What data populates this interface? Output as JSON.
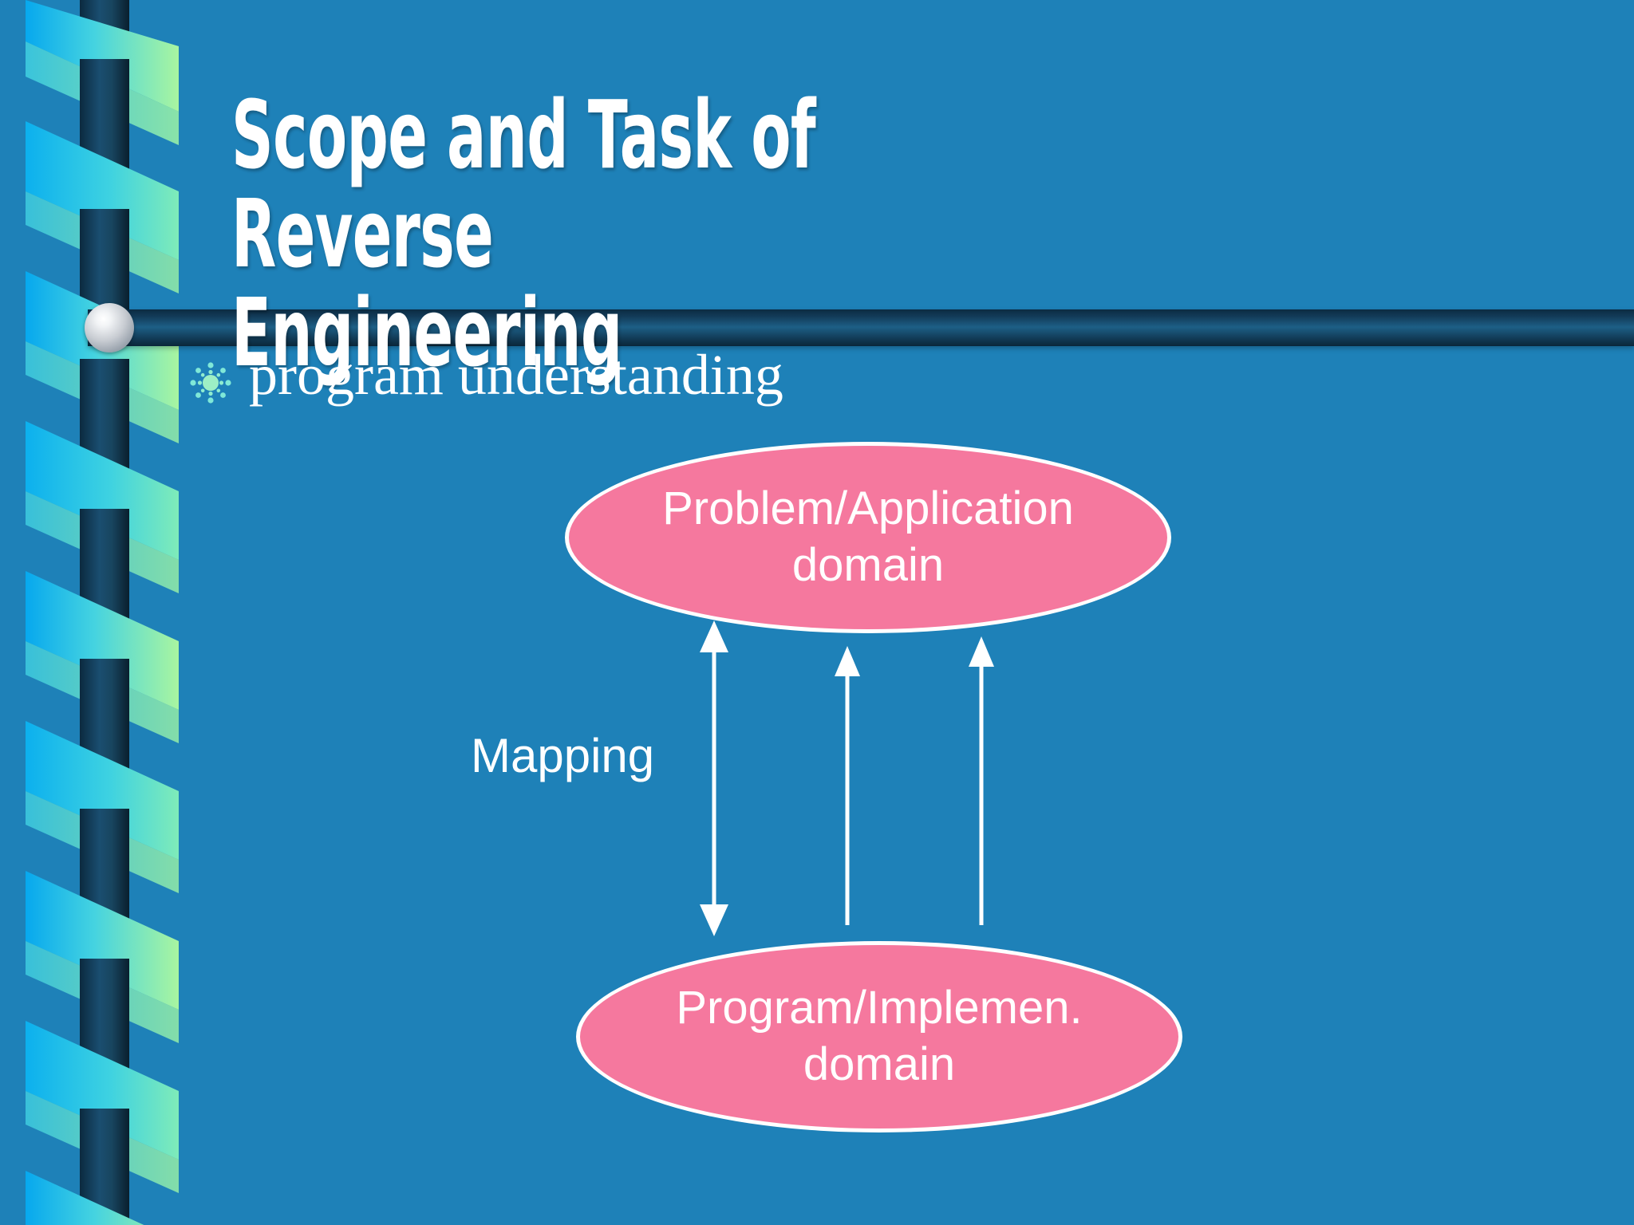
{
  "slide": {
    "background_color": "#1e81b8",
    "title": "Scope and Task of Reverse\nEngineering",
    "bullets": [
      {
        "icon": "sunburst-bullet-icon",
        "text": "program understanding"
      }
    ]
  },
  "diagram": {
    "type": "flow",
    "accent_color": "#F5789E",
    "line_color": "#ffffff",
    "nodes": [
      {
        "id": "problem",
        "label": "Problem/Application\ndomain",
        "shape": "ellipse"
      },
      {
        "id": "program",
        "label": "Program/Implemen.\ndomain",
        "shape": "ellipse"
      }
    ],
    "edge_label": "Mapping",
    "connectors": [
      {
        "from": "program",
        "to": "problem",
        "heads": "both"
      },
      {
        "from": "program",
        "to": "problem",
        "heads": "up"
      },
      {
        "from": "program",
        "to": "problem",
        "heads": "up"
      }
    ]
  },
  "decor": {
    "ribbon_name": "helix-ribbon-band",
    "rule_name": "title-divider-rule",
    "knob_name": "divider-knob"
  }
}
